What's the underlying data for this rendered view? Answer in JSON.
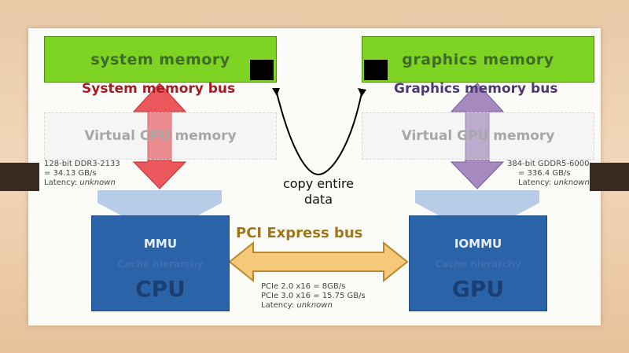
{
  "memory": {
    "system": "system memory",
    "graphics": "graphics memory"
  },
  "buses": {
    "system": "System memory bus",
    "graphics": "Graphics memory bus",
    "pci": "PCI Express bus"
  },
  "virtual": {
    "cpu": "Virtual CPU memory",
    "gpu": "Virtual GPU memory"
  },
  "specs": {
    "cpu_line1": "128-bit DDR3-2133",
    "cpu_line2": "= 34.13 GB/s",
    "cpu_latency_label": "Latency:",
    "cpu_latency_value": "unknown",
    "gpu_line1": "384-bit GDDR5-6000",
    "gpu_line2": "= 336.4 GB/s",
    "gpu_latency_label": "Latency:",
    "gpu_latency_value": "unknown",
    "pci_line1": "PCIe 2.0 x16 = 8GB/s",
    "pci_line2": "PCIe 3.0 x16 = 15.75 GB/s",
    "pci_latency_label": "Latency:",
    "pci_latency_value": "unknown"
  },
  "copy": {
    "line1": "copy entire",
    "line2": "data"
  },
  "cpu": {
    "unit": "MMU",
    "cache": "Cache hierarchy",
    "name": "CPU"
  },
  "gpu": {
    "unit": "IOMMU",
    "cache": "Cache hierarchy",
    "name": "GPU"
  },
  "colors": {
    "memory_green": "#7fd322",
    "system_bus_red": "#a51c24",
    "graphics_bus_purple": "#4e3a73",
    "pci_gold": "#a0761a",
    "chip_blue": "#2b63a8"
  }
}
